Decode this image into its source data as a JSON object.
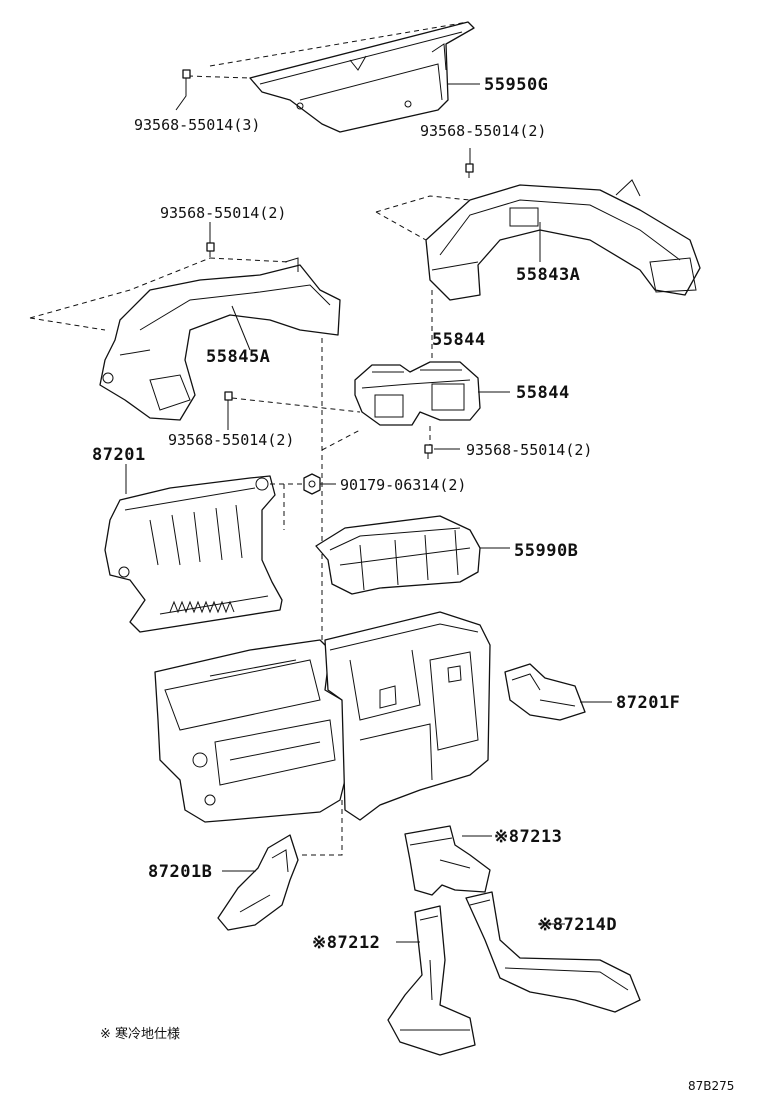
{
  "labels": {
    "p55950g": "55950G",
    "s_top_left": "93568-55014(3)",
    "s_top_right": "93568-55014(2)",
    "s_mid_left": "93568-55014(2)",
    "p55843a": "55843A",
    "p55844_upper": "55844",
    "p55845a": "55845A",
    "p55844_lower": "55844",
    "s_lower_left": "93568-55014(2)",
    "s_lower_right": "93568-55014(2)",
    "p87201": "87201",
    "nut": "90179-06314(2)",
    "p55990b": "55990B",
    "p87201f": "87201F",
    "p87213": "※87213",
    "p87201b": "87201B",
    "p87214d": "※87214D",
    "p87212": "※87212"
  },
  "note": "※ 寒冷地仕様",
  "diagram_code": "87B275"
}
